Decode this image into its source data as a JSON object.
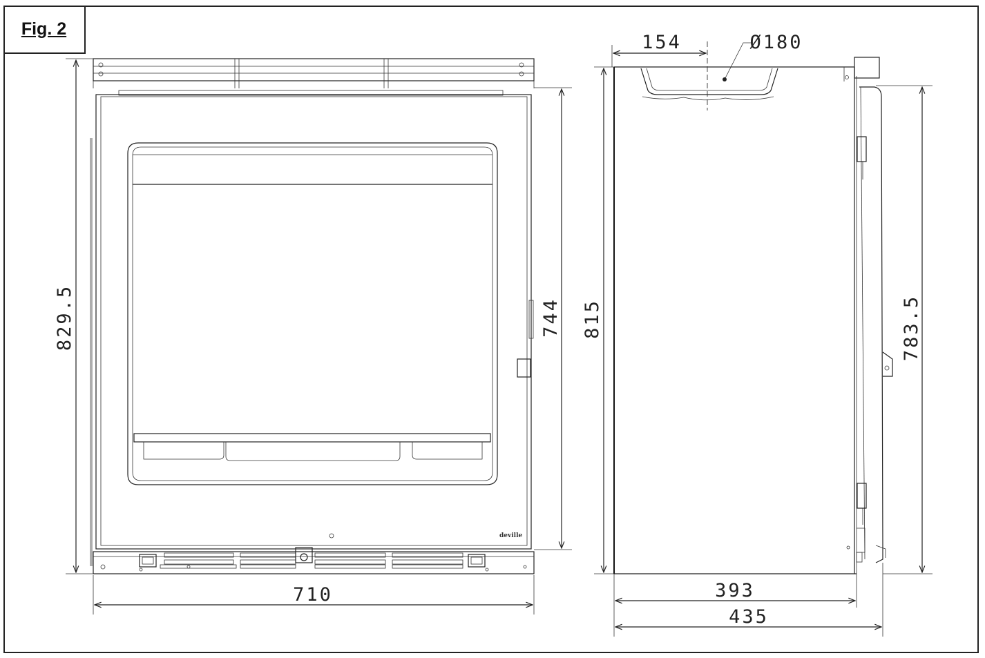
{
  "figure": {
    "label": "Fig. 2"
  },
  "brand": "deville",
  "dimensions": {
    "front_total_height": "829.5",
    "front_door_height": "744",
    "front_width": "710",
    "side_total_height": "815",
    "side_door_height": "783.5",
    "flue_offset": "154",
    "flue_diameter": "Ø180",
    "side_depth_body": "393",
    "side_depth_total": "435"
  }
}
